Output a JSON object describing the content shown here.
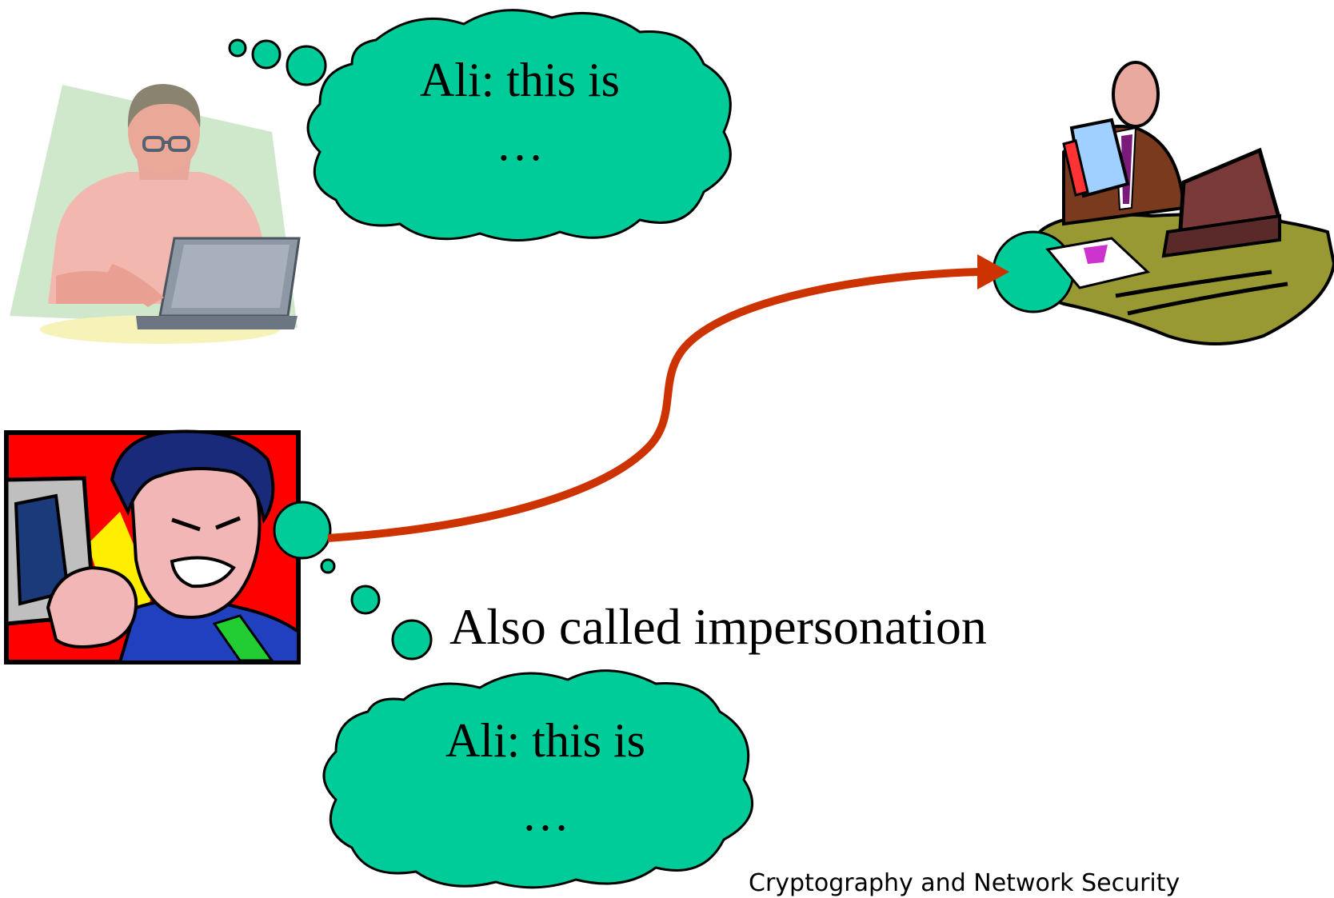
{
  "diagram": {
    "legitimate_sender_bubble": {
      "line1": "Ali: this is",
      "line2": "…"
    },
    "impersonator_bubble": {
      "line1": "Ali: this is",
      "line2": "…"
    },
    "caption": "Also called impersonation",
    "footer": "Cryptography and Network Security",
    "figures": {
      "legitimate_sender": "man-at-laptop-icon",
      "attacker": "angry-man-icon",
      "receiver": "businessman-at-desk-icon"
    },
    "colors": {
      "bubble_fill": "#00CC99",
      "arrow": "#CC3300",
      "desk": "#999933",
      "attacker_background": "#FF0000"
    }
  }
}
